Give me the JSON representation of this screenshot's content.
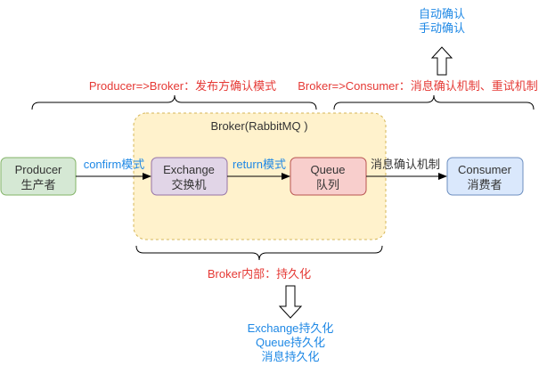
{
  "colors": {
    "red_label": "#e53935",
    "blue_label": "#1e88e5",
    "broker_fill": "#fff2cc",
    "broker_stroke": "#d6b656",
    "producer_fill": "#d5e8d4",
    "producer_stroke": "#82b366",
    "exchange_fill": "#e1d5e7",
    "exchange_stroke": "#9673a6",
    "queue_fill": "#f8cecc",
    "queue_stroke": "#b85450",
    "consumer_fill": "#dae8fc",
    "consumer_stroke": "#6c8ebf"
  },
  "broker": {
    "title": "Broker(RabbitMQ )"
  },
  "producer": {
    "line1": "Producer",
    "line2": "生产者"
  },
  "exchange": {
    "line1": "Exchange",
    "line2": "交换机"
  },
  "queue": {
    "line1": "Queue",
    "line2": "队列"
  },
  "consumer": {
    "line1": "Consumer",
    "line2": "消费者"
  },
  "edges": {
    "producer_exchange": "confirm模式",
    "exchange_queue": "return模式",
    "queue_consumer": "消息确认机制"
  },
  "brace_labels": {
    "producer_broker": "Producer=>Broker：发布方确认模式",
    "broker_consumer": "Broker=>Consumer：消息确认机制、重试机制",
    "broker_internal": "Broker内部：持久化"
  },
  "top_notes": [
    "自动确认",
    "手动确认"
  ],
  "bottom_notes": [
    "Exchange持久化",
    "Queue持久化",
    "消息持久化"
  ]
}
